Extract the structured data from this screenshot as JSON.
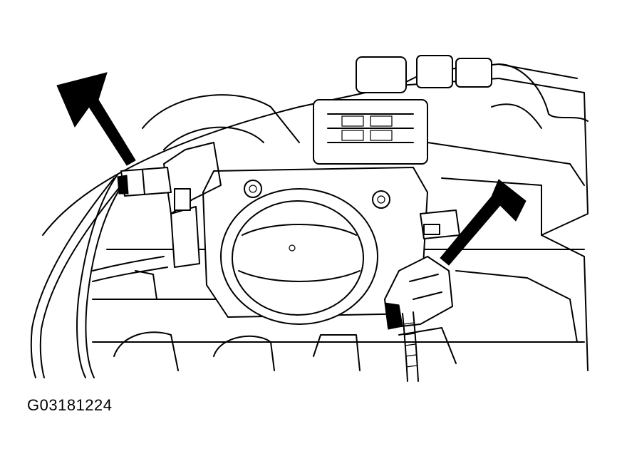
{
  "figure": {
    "label": "G03181224",
    "colors": {
      "line": "#000000",
      "background": "#ffffff"
    },
    "callouts": [
      {
        "name": "arrow-upper-left",
        "icon": "callout-arrow-icon",
        "points_to": "left-connector"
      },
      {
        "name": "arrow-lower-right",
        "icon": "callout-arrow-icon",
        "points_to": "right-connector"
      }
    ]
  }
}
